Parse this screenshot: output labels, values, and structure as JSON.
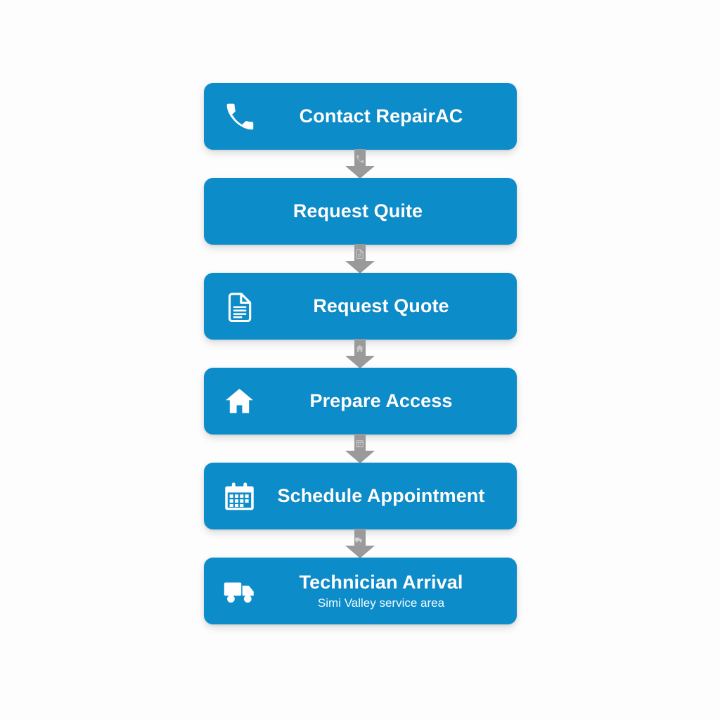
{
  "diagram": {
    "title": "AC repair service process flow",
    "type": "vertical-flowchart",
    "background_color": "#fdfdfd",
    "box_color": "#0d8cca",
    "text_color": "#ffffff",
    "arrow_color": "#9a9a9a",
    "steps": [
      {
        "id": "contact",
        "label": "Contact RepairAC",
        "subtitle": "",
        "icon": "phone-icon",
        "has_icon": true
      },
      {
        "id": "request-quite",
        "label": "Request Quite",
        "subtitle": "",
        "icon": "",
        "has_icon": false
      },
      {
        "id": "request-quote",
        "label": "Request Quote",
        "subtitle": "",
        "icon": "document-icon",
        "has_icon": true
      },
      {
        "id": "prepare-access",
        "label": "Prepare Access",
        "subtitle": "",
        "icon": "home-icon",
        "has_icon": true
      },
      {
        "id": "schedule-appointment",
        "label": "Schedule Appointment",
        "subtitle": "",
        "icon": "calendar-icon",
        "has_icon": true
      },
      {
        "id": "technician-arrival",
        "label": "Technician Arrival",
        "subtitle": "Simi Valley service area",
        "icon": "truck-icon",
        "has_icon": true
      }
    ],
    "connectors": [
      {
        "id": "connector-1",
        "icon": "phone-icon"
      },
      {
        "id": "connector-2",
        "icon": "document-icon"
      },
      {
        "id": "connector-3",
        "icon": "home-icon"
      },
      {
        "id": "connector-4",
        "icon": "calendar-icon"
      },
      {
        "id": "connector-5",
        "icon": "truck-icon"
      }
    ]
  }
}
